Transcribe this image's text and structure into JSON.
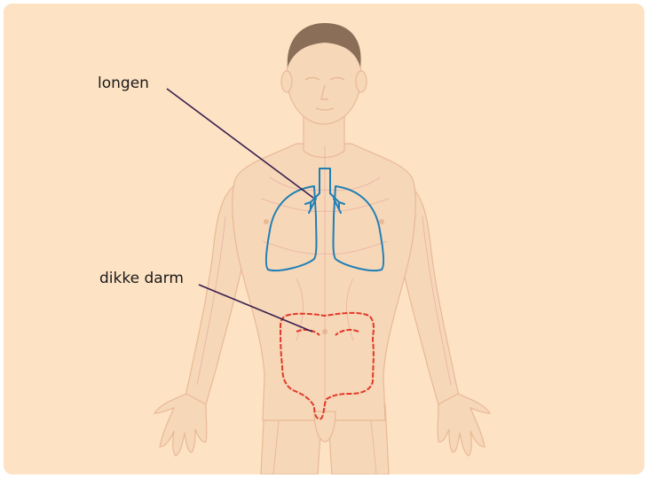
{
  "labels": {
    "lungs": "longen",
    "colon": "dikke darm"
  },
  "colors": {
    "background": "#fde2c4",
    "skin": "#f6d7b8",
    "skin_shadow": "#e9b996",
    "hair": "#8a6e58",
    "veins": "#e8a6a0",
    "lungs_outline": "#1f7fb5",
    "colon_outline": "#e23a2a",
    "leader_line": "#3a1f4f"
  },
  "icons": {
    "figure": "human-body-illustration",
    "lungs": "lungs-outline",
    "colon": "colon-outline"
  }
}
